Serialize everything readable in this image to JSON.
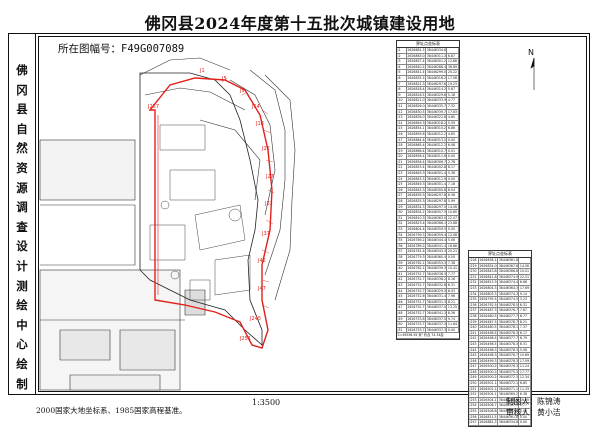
{
  "title": "佛冈县2024年度第十五批次城镇建设用地",
  "side_text": [
    "佛",
    "冈",
    "县",
    "自",
    "然",
    "资",
    "源",
    "调",
    "查",
    "设",
    "计",
    "测",
    "绘",
    "中",
    "心",
    "绘",
    "制"
  ],
  "map_number_label": "所在图幅号：",
  "map_number": "F49G007089",
  "north_label": "N",
  "coord_systems": "2000国家大地坐标系、1985国家高程基准。",
  "scale": "1:3500",
  "drawn_by": "制图人：陈锦涛",
  "reviewed_by": "审核人：黄小洁",
  "table1": {
    "title": "界址点坐标表",
    "rows": [
      [
        "J1",
        "2626881.317",
        "38446334.857",
        ""
      ],
      [
        "J2",
        "2626863.036",
        "38446311.316",
        "6.87"
      ],
      [
        "J3",
        "2626857.460",
        "38446301.206",
        "12.86"
      ],
      [
        "J4",
        "2626840.221",
        "38446288.462",
        "36.89"
      ],
      [
        "J5",
        "2626841.498",
        "38446299.066",
        "20.22"
      ],
      [
        "J6",
        "2626835.102",
        "38446316.207",
        "17.06"
      ],
      [
        "J7",
        "2626822.327",
        "38446297.620",
        "19.23"
      ],
      [
        "J8",
        "2626818.485",
        "38446314.245",
        "5.67"
      ],
      [
        "J9",
        "2626816.530",
        "38446329.630",
        "5.18"
      ],
      [
        "J10",
        "2626821.020",
        "38446333.938",
        "4.77"
      ],
      [
        "J11",
        "2626826.047",
        "38446335.757",
        "7.32"
      ],
      [
        "J12",
        "2626830.523",
        "38446339.766",
        "17.63"
      ],
      [
        "J13",
        "2626839.071",
        "38446322.871",
        "4.80"
      ],
      [
        "J14",
        "2626849.301",
        "38446318.216",
        "5.59"
      ],
      [
        "J15",
        "2626854.176",
        "38446310.275",
        "6.86"
      ],
      [
        "J16",
        "2626859.629",
        "38446312.262",
        "4.65"
      ],
      [
        "J17",
        "2626864.404",
        "38446313.271",
        "0.00"
      ],
      [
        "J18",
        "2626865.408",
        "38446312.210",
        "6.08"
      ],
      [
        "J19",
        "2626866.442",
        "38446310.777",
        "0.01"
      ],
      [
        "J20",
        "2626856.437",
        "38446311.610",
        "0.00"
      ],
      [
        "J21",
        "2626856.442",
        "38446306.789",
        "2.78"
      ],
      [
        "J22",
        "2626853.449",
        "38446302.850",
        "8.17"
      ],
      [
        "J23",
        "2626849.361",
        "38446301.400",
        "5.38"
      ],
      [
        "J24",
        "2626845.374",
        "38446311.932",
        "0.00"
      ],
      [
        "J25",
        "2626849.382",
        "38446301.480",
        "7.18"
      ],
      [
        "J26",
        "2626845.380",
        "38446300.892",
        "6.04"
      ],
      [
        "J27",
        "2626839.366",
        "38446297.826",
        "6.58"
      ],
      [
        "J28",
        "2626835.380",
        "38446297.811",
        "5.99"
      ],
      [
        "J29",
        "2626834.370",
        "38446297.527",
        "14.06"
      ],
      [
        "J30",
        "2626834.214",
        "38446357.556",
        "10.60"
      ],
      [
        "J31",
        "2626810.398",
        "38446363.002",
        "22.07"
      ],
      [
        "J32",
        "2626823.402",
        "38446368.111",
        "23.88"
      ],
      [
        "J33",
        "2626804.460",
        "38446359.511",
        "0.00"
      ],
      [
        "J34",
        "2626799.338",
        "38446359.440",
        "12.08"
      ],
      [
        "J35",
        "2626789.282",
        "38446344.417",
        "5.06"
      ],
      [
        "J36",
        "2626789.282",
        "38446341.455",
        "18.66"
      ],
      [
        "J37",
        "2626781.403",
        "38446343.322",
        "20.21"
      ],
      [
        "J38",
        "2626779.393",
        "38446360.490",
        "0.00"
      ],
      [
        "J39",
        "2626762.135",
        "38446353.331",
        "7.38"
      ],
      [
        "J40",
        "2626762.125",
        "38446339.320",
        "10.41"
      ],
      [
        "J41",
        "2626752.757",
        "38446338.312",
        "7.77"
      ],
      [
        "J42",
        "2626752.749",
        "38446338.211",
        "8.18"
      ],
      [
        "J43",
        "2626752.742",
        "38446332.800",
        "6.31"
      ],
      [
        "J44",
        "2626752.707",
        "38446329.311",
        "8.03"
      ],
      [
        "J45",
        "2626752.694",
        "38446331.418",
        "7.96"
      ],
      [
        "J46",
        "2626751.735",
        "38446331.326",
        "8.21"
      ],
      [
        "J47",
        "2626752.724",
        "38446337.005",
        "13.25"
      ],
      [
        "J48",
        "2626752.713",
        "38446341.313",
        "8.36"
      ],
      [
        "J49",
        "2626753.641",
        "38446337.500",
        "9.74"
      ],
      [
        "J50",
        "2626753.724",
        "38446337.335",
        "11.64"
      ],
      [
        "J51",
        "2626753.743",
        "38446337.302",
        "0.00"
      ]
    ],
    "footer": "S=49558.95 米² 约合 74.34亩"
  },
  "table2": {
    "title": "界址点坐标表",
    "rows": [
      [
        "J228",
        "2626838.181",
        "38446361.811",
        ""
      ],
      [
        "J229",
        "2626834.005",
        "38446367.864",
        "14.06"
      ],
      [
        "J230",
        "2626843.864",
        "38446368.821",
        "10.01"
      ],
      [
        "J231",
        "2626841.862",
        "38446374.900",
        "22.51"
      ],
      [
        "J232",
        "2626813.300",
        "38446374.401",
        "6.66"
      ],
      [
        "J233",
        "2626804.347",
        "38446364.384",
        "17.69"
      ],
      [
        "J234",
        "2626803.310",
        "38446374.331",
        "9.14"
      ],
      [
        "J235",
        "2626795.531",
        "38446374.516",
        "3.23"
      ],
      [
        "J236",
        "2626792.504",
        "38446378.503",
        "6.31"
      ],
      [
        "J237",
        "2626487.326",
        "38446376.768",
        "7.67"
      ],
      [
        "J238",
        "2626480.545",
        "38446377.761",
        "6.77"
      ],
      [
        "J239",
        "2626487.532",
        "38446378.769",
        "8.21"
      ],
      [
        "J240",
        "2626480.536",
        "38446378.121",
        "7.37"
      ],
      [
        "J241",
        "2626498.527",
        "38446378.316",
        "6.17"
      ],
      [
        "J242",
        "2626498.524",
        "38446377.710",
        "6.79"
      ],
      [
        "J243",
        "2626498.528",
        "38446378.341",
        "6.31"
      ],
      [
        "J244",
        "2626498.312",
        "38446378.317",
        "5.58"
      ],
      [
        "J245",
        "2626498.326",
        "38446378.725",
        "10.69"
      ],
      [
        "J246",
        "2626499.330",
        "38446378.323",
        "17.09"
      ],
      [
        "J247",
        "2626500.267",
        "38446376.347",
        "11.24"
      ],
      [
        "J248",
        "2626500.263",
        "38446375.302",
        "17.77"
      ],
      [
        "J249",
        "2626500.263",
        "38446372.312",
        "12.34"
      ],
      [
        "J250",
        "2626501.185",
        "38446372.105",
        "6.85"
      ],
      [
        "J251",
        "2626502.186",
        "38446371.101",
        "11.33"
      ],
      [
        "J252",
        "2626504.138",
        "38446369.297",
        "6.38"
      ],
      [
        "J253",
        "2626504.171",
        "38446368.301",
        "16.95"
      ],
      [
        "J254",
        "2626508.777",
        "38446367.303",
        "5.77"
      ],
      [
        "J255",
        "2626508.802",
        "38446367.314",
        "0.00"
      ],
      [
        "J256",
        "2626811.512",
        "38446361.820",
        "0.00"
      ],
      [
        "J257",
        "2626881.317",
        "38446334.857",
        "0.00"
      ]
    ]
  }
}
